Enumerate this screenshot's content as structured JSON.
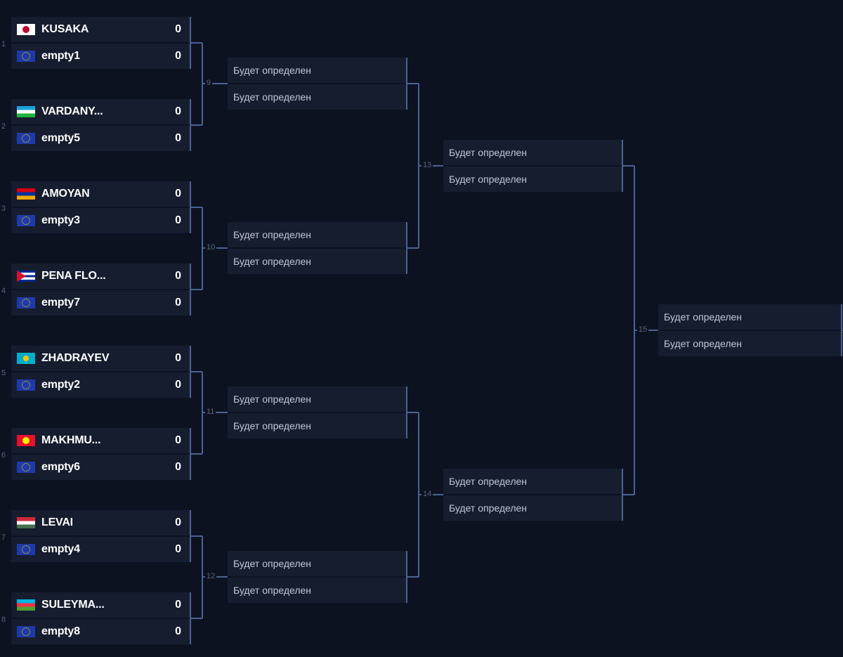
{
  "round1": [
    {
      "num": "9",
      "top": {
        "seed": "1",
        "name": "KUSAKA",
        "flag": "jp",
        "score": "0"
      },
      "bottom": {
        "name": "empty1",
        "flag": "eu",
        "score": "0"
      }
    },
    {
      "num": "9",
      "top": {
        "seed": "2",
        "name": "VARDANY...",
        "flag": "uz",
        "score": "0"
      },
      "bottom": {
        "name": "empty5",
        "flag": "eu",
        "score": "0"
      }
    },
    {
      "num": "10",
      "top": {
        "seed": "3",
        "name": "AMOYAN",
        "flag": "am",
        "score": "0"
      },
      "bottom": {
        "name": "empty3",
        "flag": "eu",
        "score": "0"
      }
    },
    {
      "num": "10",
      "top": {
        "seed": "4",
        "name": "PENA FLO...",
        "flag": "cu",
        "score": "0"
      },
      "bottom": {
        "name": "empty7",
        "flag": "eu",
        "score": "0"
      }
    },
    {
      "num": "11",
      "top": {
        "seed": "5",
        "name": "ZHADRAYEV",
        "flag": "kz",
        "score": "0"
      },
      "bottom": {
        "name": "empty2",
        "flag": "eu",
        "score": "0"
      }
    },
    {
      "num": "11",
      "top": {
        "seed": "6",
        "name": "MAKHMU...",
        "flag": "kg",
        "score": "0"
      },
      "bottom": {
        "name": "empty6",
        "flag": "eu",
        "score": "0"
      }
    },
    {
      "num": "12",
      "top": {
        "seed": "7",
        "name": "LEVAI",
        "flag": "hu",
        "score": "0"
      },
      "bottom": {
        "name": "empty4",
        "flag": "eu",
        "score": "0"
      }
    },
    {
      "num": "12",
      "top": {
        "seed": "8",
        "name": "SULEYMA...",
        "flag": "az",
        "score": "0"
      },
      "bottom": {
        "name": "empty8",
        "flag": "eu",
        "score": "0"
      }
    }
  ],
  "round2": [
    {
      "num": "9",
      "top": "Будет определен",
      "bottom": "Будет определен"
    },
    {
      "num": "10",
      "top": "Будет определен",
      "bottom": "Будет определен"
    },
    {
      "num": "11",
      "top": "Будет определен",
      "bottom": "Будет определен"
    },
    {
      "num": "12",
      "top": "Будет определен",
      "bottom": "Будет определен"
    }
  ],
  "round3": [
    {
      "num": "13",
      "top": "Будет определен",
      "bottom": "Будет определен"
    },
    {
      "num": "14",
      "top": "Будет определен",
      "bottom": "Будет определен"
    }
  ],
  "round4": [
    {
      "num": "15",
      "top": "Будет определен",
      "bottom": "Будет определен"
    }
  ],
  "colors": {
    "background": "#0c1220",
    "slot": "#161d2f",
    "connector": "#4b6296",
    "muted": "#5c6478"
  },
  "icons": {
    "eu": "eu-flag-icon",
    "jp": "japan-flag-icon",
    "uz": "uzbekistan-flag-icon",
    "am": "armenia-flag-icon",
    "cu": "cuba-flag-icon",
    "kz": "kazakhstan-flag-icon",
    "kg": "kyrgyzstan-flag-icon",
    "hu": "hungary-flag-icon",
    "az": "azerbaijan-flag-icon"
  }
}
